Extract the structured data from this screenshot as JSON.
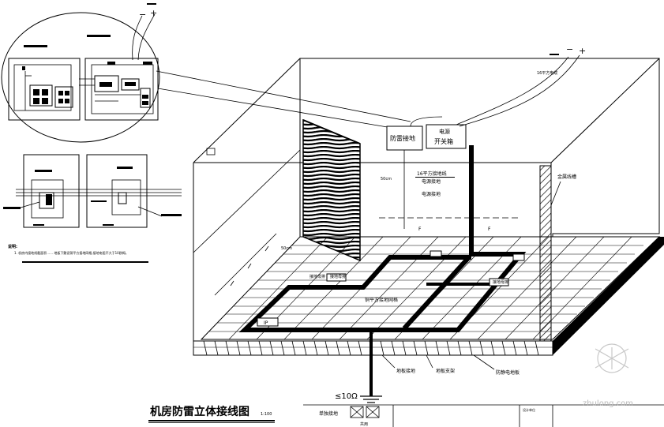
{
  "drawing": {
    "title": "机房防雷立体接线图",
    "scale": "1:100",
    "resistance": "≤10Ω",
    "sign_minus_left": "−",
    "sign_plus_left": "+",
    "sign_minus_right": "−",
    "sign_plus_right": "+",
    "label_room_lightning": "防雷接地",
    "label_power_switch_1": "电源",
    "label_power_switch_2": "开关箱",
    "label_16mm_ground": "16平方接地线",
    "label_power_ground": "电源接地",
    "label_power_ground_2": "电源接地",
    "label_16mm_wire": "16平方电缆",
    "label_metal_rack": "金属线槽",
    "label_50cm": "50cm",
    "label_50cm_2": "50cm",
    "label_f": "F",
    "label_ground_grid": "铜平方接地网格",
    "label_bus_1": "接地母排",
    "label_bus_2": "接地母排",
    "label_bus_3": "接地母排",
    "label_ip": "IP",
    "label_floor_ground": "地板接地",
    "label_floor_support": "地板支架",
    "label_anti_static": "防静电地板",
    "legend_single": "单独接地",
    "legend_shared": "共用",
    "table_cell": "设计单位",
    "note_title": "说明:",
    "note_text": "1. 机房内接地线截面积…… 地板下敷设铜平方接地网格,接地电阻不大于10欧姆。",
    "watermark": "zhulong.com"
  }
}
